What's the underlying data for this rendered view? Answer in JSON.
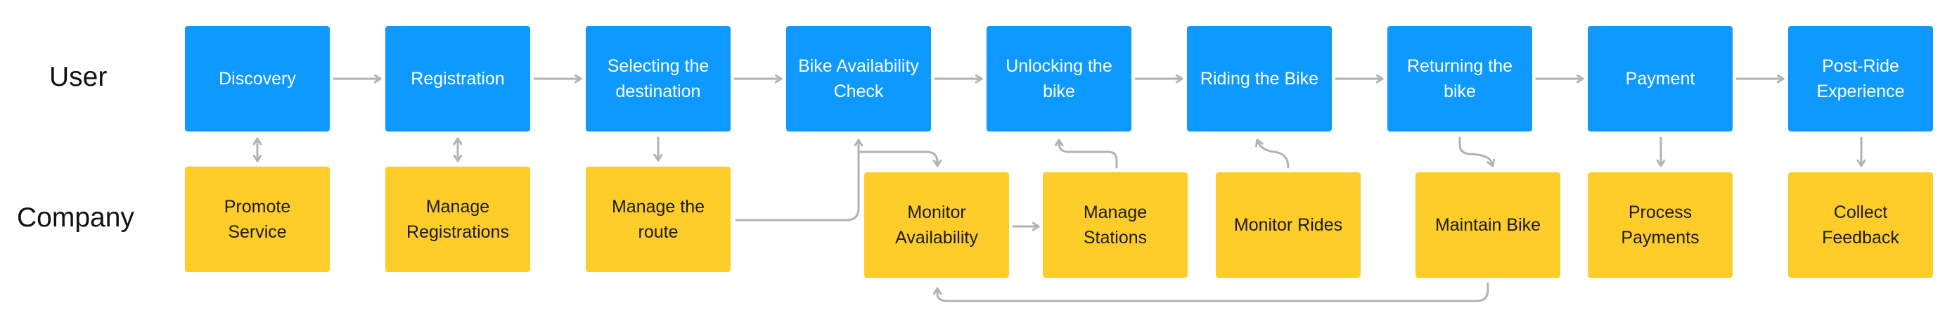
{
  "colors": {
    "user_box": "#0D99FF",
    "company_box": "#FFCD29",
    "connector": "#B3B3B3"
  },
  "lanes": {
    "user_label": "User",
    "company_label": "Company"
  },
  "user_steps": [
    {
      "label": "Discovery"
    },
    {
      "label": "Registration"
    },
    {
      "label": "Selecting the destination"
    },
    {
      "label": "Bike Availability Check"
    },
    {
      "label": "Unlocking the bike"
    },
    {
      "label": "Riding the Bike"
    },
    {
      "label": "Returning the bike"
    },
    {
      "label": "Payment"
    },
    {
      "label": "Post-Ride Experience"
    }
  ],
  "company_steps": [
    {
      "label": "Promote Service"
    },
    {
      "label": "Manage Registrations"
    },
    {
      "label": "Manage the route"
    },
    {
      "label": "Monitor Availability"
    },
    {
      "label": "Manage Stations"
    },
    {
      "label": "Monitor Rides"
    },
    {
      "label": "Maintain Bike"
    },
    {
      "label": "Process Payments"
    },
    {
      "label": "Collect Feedback"
    }
  ]
}
